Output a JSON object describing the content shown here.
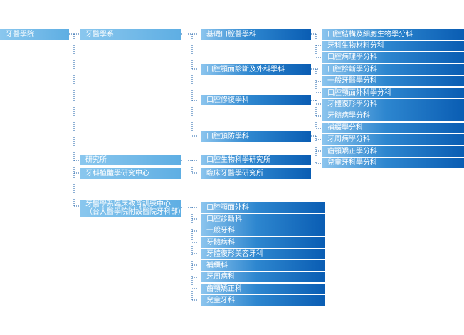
{
  "root": "牙醫學院",
  "dept": "牙醫學系",
  "subjects": [
    "基礎口腔醫學科",
    "口腔顎面診斷及外科學科",
    "口腔修復學科",
    "口腔預防學科"
  ],
  "divisions": [
    "口腔結構及細胞生物學分科",
    "牙科生物材料分科",
    "口腔病理學分科",
    "口腔診斷學分科",
    "一般牙醫學分科",
    "口腔顎面外科學分科",
    "牙體復形學分科",
    "牙髓病學分科",
    "補綴學分科",
    "牙周病學分科",
    "齒顎矯正學分科",
    "兒童牙科學分科"
  ],
  "institute": "研究所",
  "institutes": [
    "口腔生物科學研究所",
    "臨床牙醫學研究所"
  ],
  "implant_center": "牙科植體學研究中心",
  "training_center": {
    "line1": "牙醫學系臨床教育訓練中心",
    "line2": "（台大醫學院附設醫院牙科部）"
  },
  "clinics": [
    "口腔顎面外科",
    "口腔診斷科",
    "一般牙科",
    "牙髓病科",
    "牙體復形美容牙科",
    "補綴科",
    "牙周病科",
    "齒顎矯正科",
    "兒童牙科"
  ]
}
